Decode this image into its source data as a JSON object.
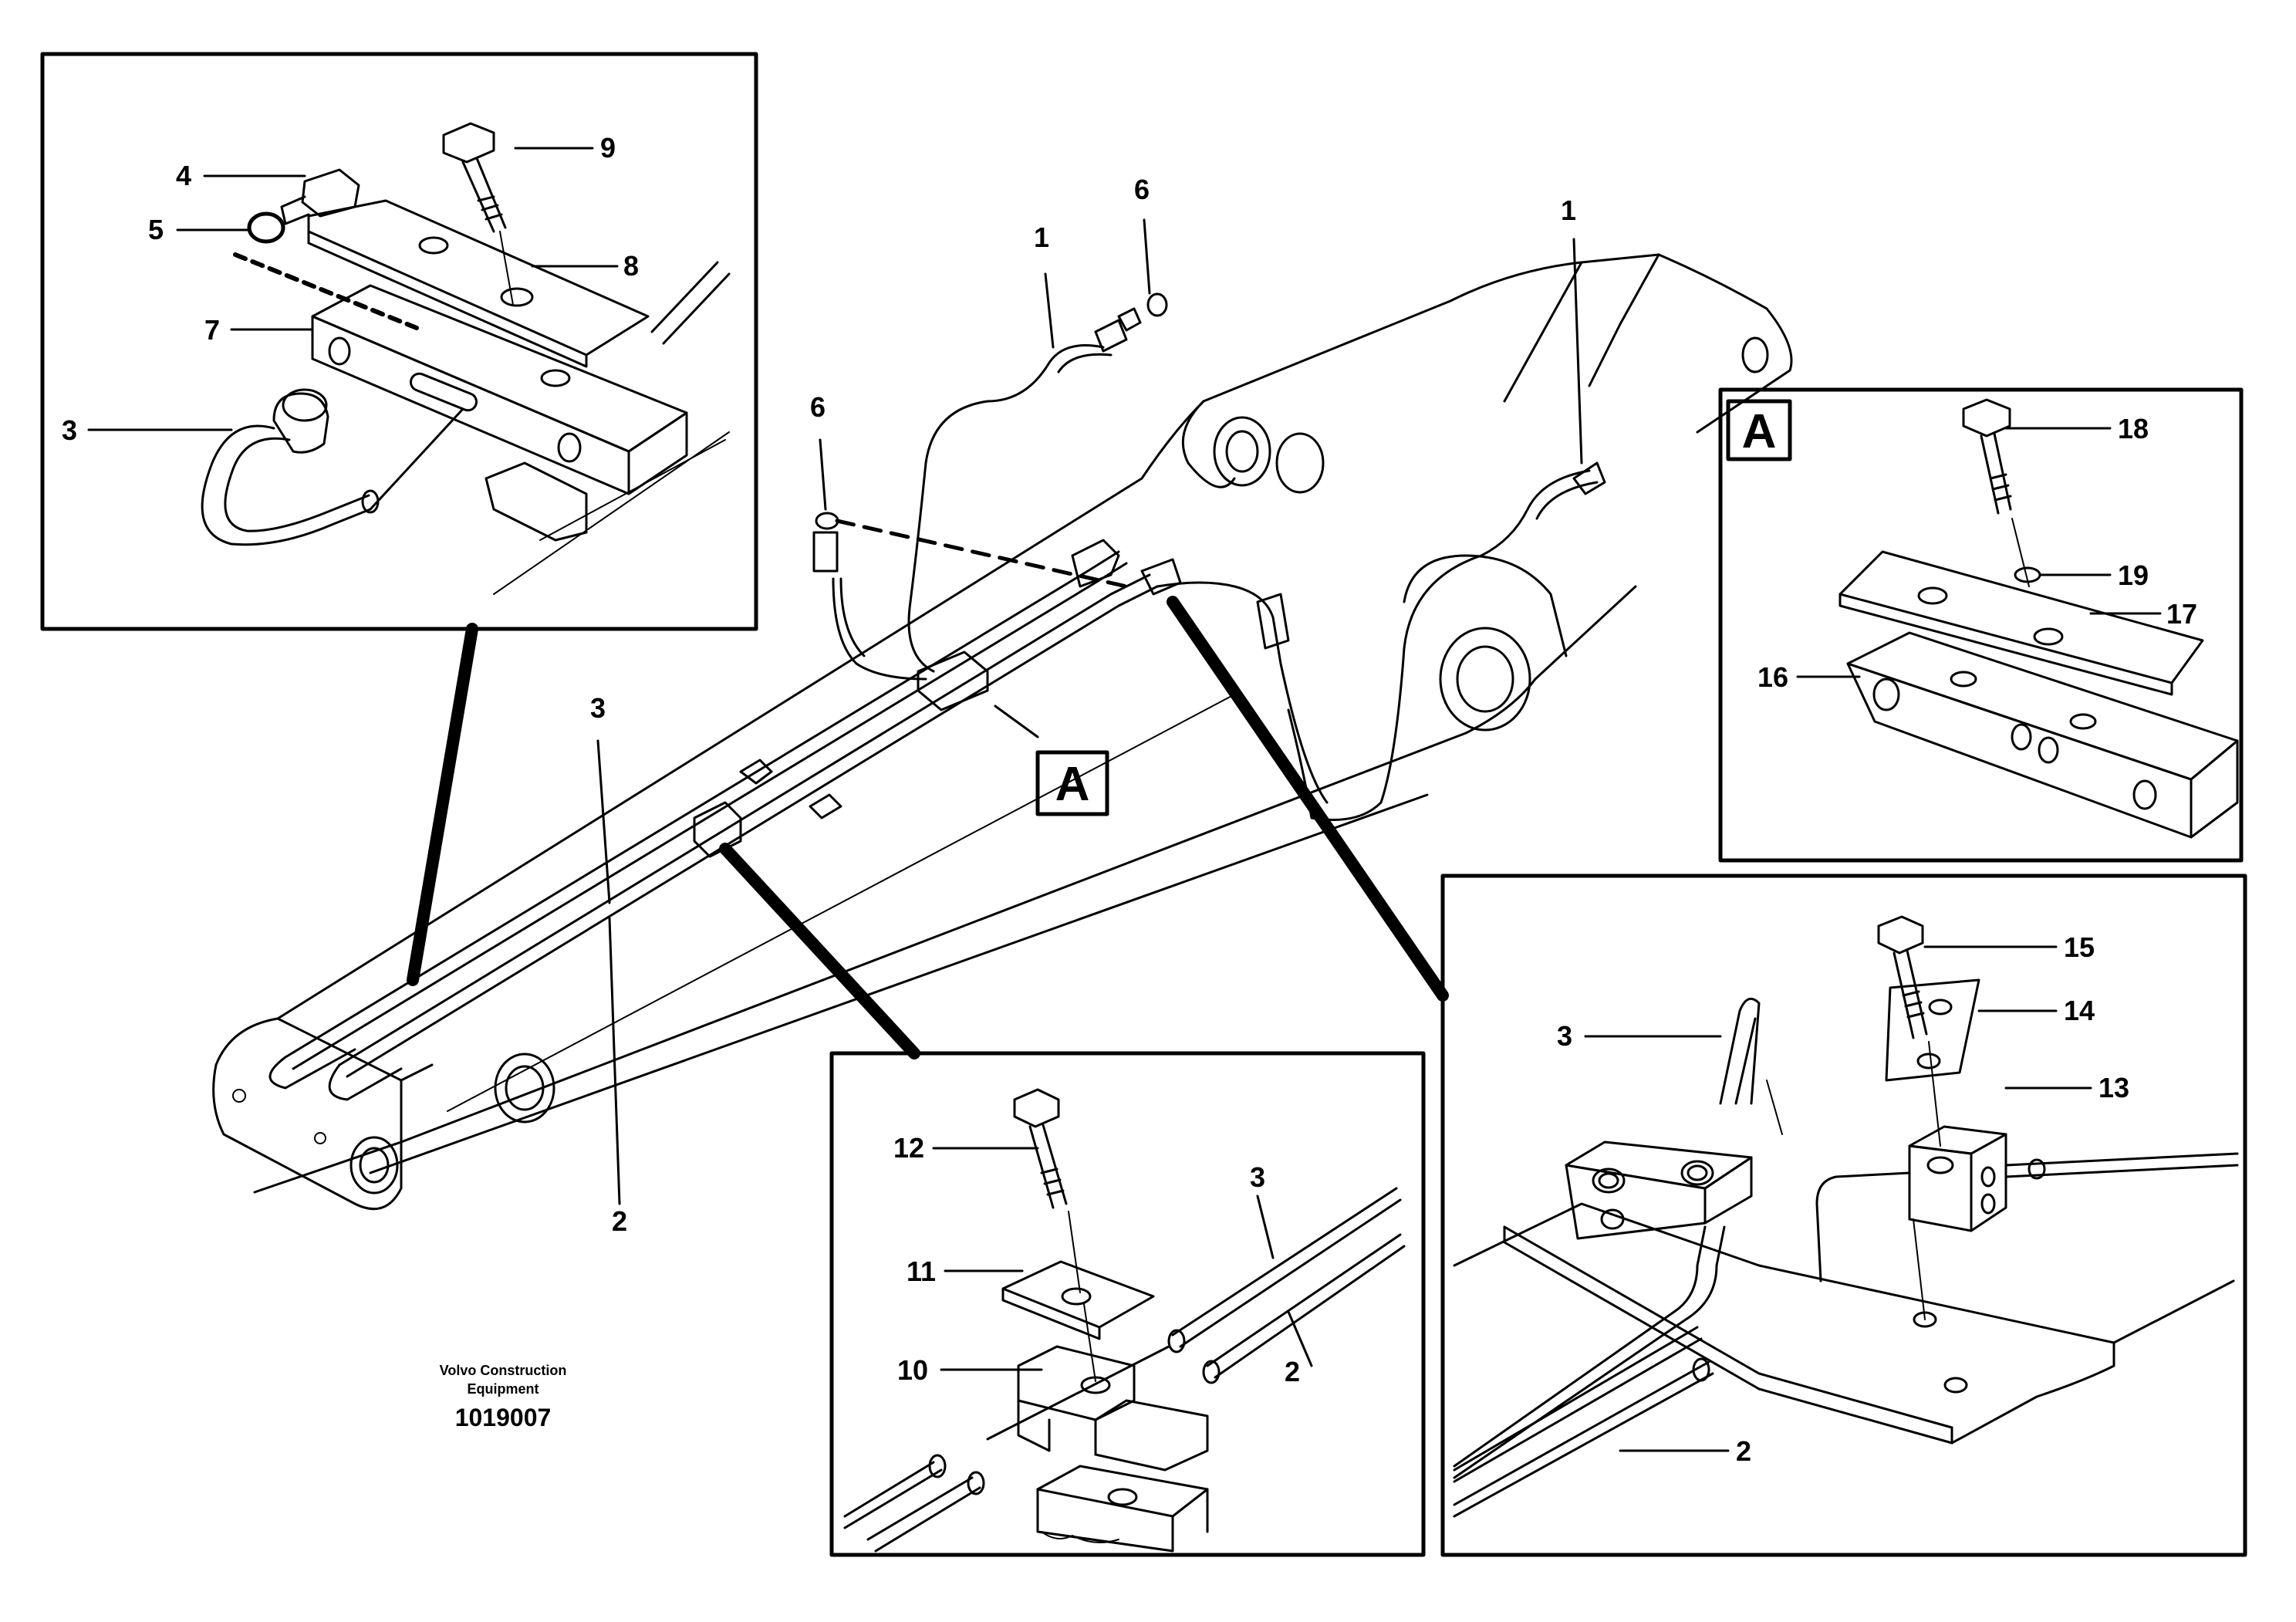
{
  "callouts": {
    "c1a": "1",
    "c1b": "1",
    "c2": "2",
    "c3": "3",
    "c6a": "6",
    "c6b": "6",
    "detail_a_marker": "A"
  },
  "inset_top_left": {
    "c3": "3",
    "c4": "4",
    "c5": "5",
    "c7": "7",
    "c8": "8",
    "c9": "9"
  },
  "inset_top_right": {
    "title": "A",
    "c16": "16",
    "c17": "17",
    "c18": "18",
    "c19": "19"
  },
  "inset_bottom_center": {
    "c2": "2",
    "c3": "3",
    "c10": "10",
    "c11": "11",
    "c12": "12"
  },
  "inset_bottom_right": {
    "c2": "2",
    "c3": "3",
    "c13": "13",
    "c14": "14",
    "c15": "15"
  },
  "caption": {
    "line1": "Volvo Construction",
    "line2": "Equipment",
    "number": "1019007"
  }
}
